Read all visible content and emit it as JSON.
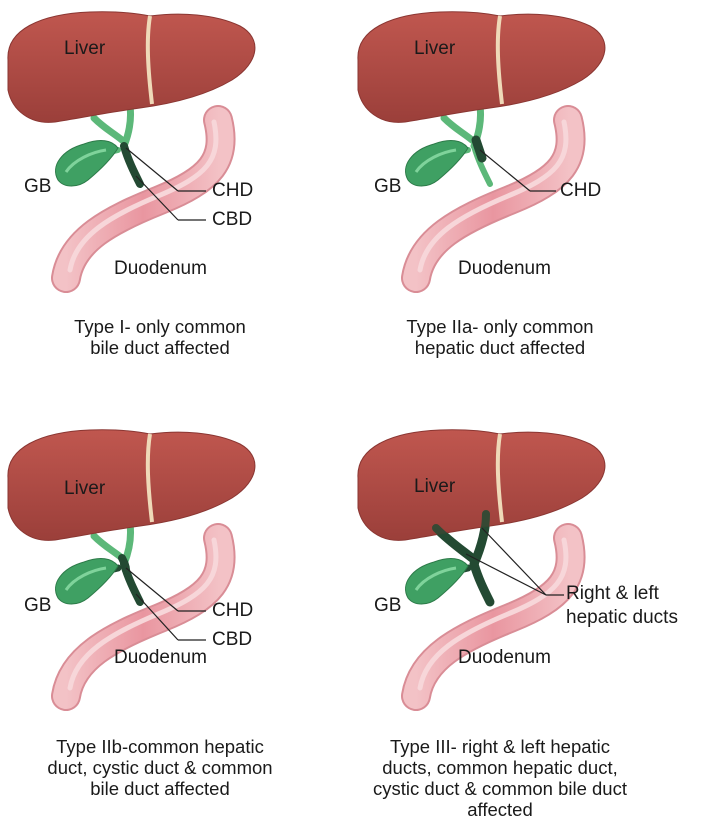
{
  "colors": {
    "liver": "#b04c46",
    "duct_normal": "#5cb879",
    "duct_affected": "#234a33",
    "gallbladder": "#3fa063",
    "duodenum": "#eeaab0"
  },
  "labels": {
    "liver": "Liver",
    "gb": "GB",
    "chd": "CHD",
    "cbd": "CBD",
    "duodenum": "Duodenum",
    "right_left_1": "Right & left",
    "right_left_2": "hepatic ducts"
  },
  "captions": {
    "type1": [
      "Type I- only common",
      "bile duct affected"
    ],
    "type2a": [
      "Type IIa- only common",
      "hepatic duct affected"
    ],
    "type2b": [
      "Type IIb-common hepatic",
      "duct, cystic duct & common",
      "bile duct affected"
    ],
    "type3": [
      "Type III- right & left hepatic",
      "ducts, common hepatic duct,",
      "cystic duct & common bile duct",
      "affected"
    ]
  }
}
